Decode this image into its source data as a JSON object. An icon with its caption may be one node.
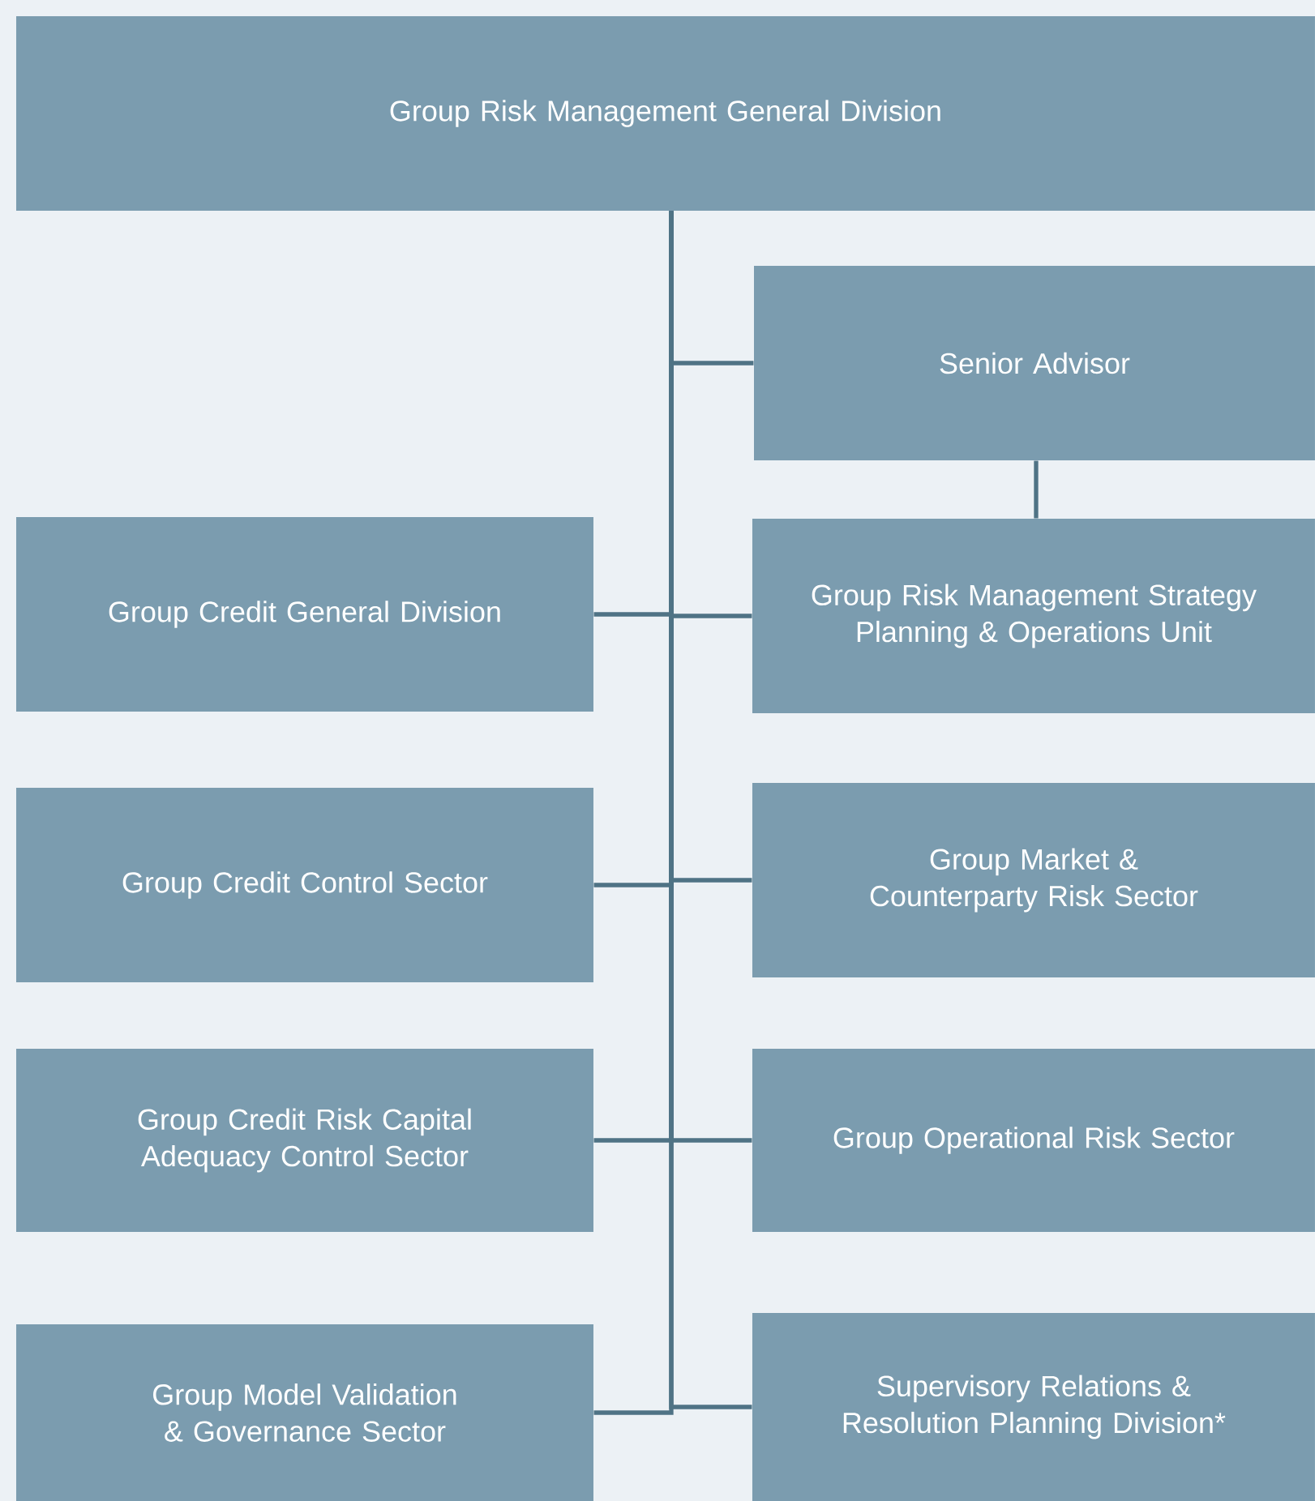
{
  "diagram": {
    "nodes": [
      {
        "text": [
          "Group Risk Management General Division"
        ]
      },
      {
        "text": [
          "Senior Advisor"
        ]
      },
      {
        "text": [
          "Group Credit General Division"
        ]
      },
      {
        "text": [
          "Group Risk Management Strategy Planning & Operations Unit"
        ]
      },
      {
        "text": [
          "Group Credit Control Sector"
        ]
      },
      {
        "text": [
          "Group Market & Counterparty Risk Sector"
        ]
      },
      {
        "text": [
          "Group Credit Risk Capital Adequacy Control Sector"
        ]
      },
      {
        "text": [
          "Group Operational Risk Sector"
        ]
      },
      {
        "text": [
          "Group Model Validation & Governance Sector"
        ]
      },
      {
        "text": [
          "Supervisory Relations & Resolution Planning Division*"
        ]
      }
    ],
    "edges": [
      {
        "from": 0,
        "to": 1,
        "arrow": "none"
      },
      {
        "from": 1,
        "to": 3,
        "arrow": "none"
      },
      {
        "from": 0,
        "to": 2,
        "arrow": "none"
      },
      {
        "from": 0,
        "to": 3,
        "arrow": "none"
      },
      {
        "from": 0,
        "to": 4,
        "arrow": "none"
      },
      {
        "from": 0,
        "to": 5,
        "arrow": "none"
      },
      {
        "from": 0,
        "to": 6,
        "arrow": "none"
      },
      {
        "from": 0,
        "to": 7,
        "arrow": "none"
      },
      {
        "from": 0,
        "to": 8,
        "arrow": "none"
      },
      {
        "from": 0,
        "to": 9,
        "arrow": "none"
      }
    ]
  }
}
